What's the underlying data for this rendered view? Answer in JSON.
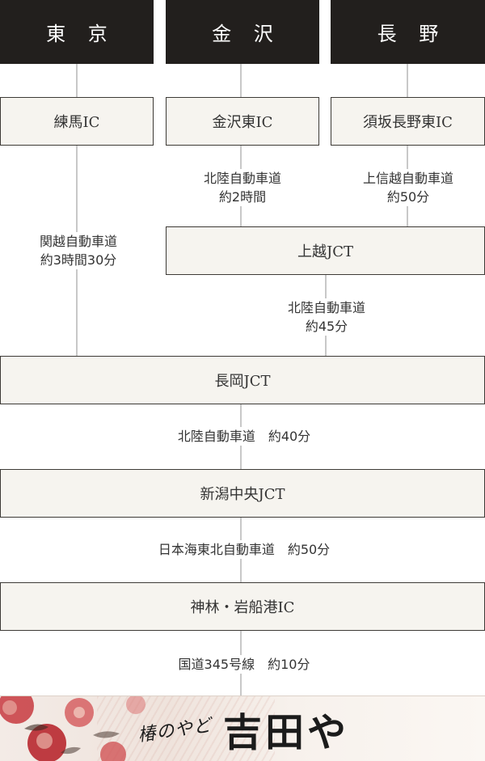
{
  "cities": {
    "tokyo": "東 京",
    "kanazawa": "金 沢",
    "nagano": "長 野"
  },
  "nodes": {
    "nerima_ic": "練馬IC",
    "kanazawa_higashi_ic": "金沢東IC",
    "suzaka_nagano_higashi_ic": "須坂長野東IC",
    "joetsu_jct": "上越JCT",
    "nagaoka_jct": "長岡JCT",
    "niigata_chuo_jct": "新潟中央JCT",
    "kamihayashi_iwafunekou_ic": "神林・岩船港IC"
  },
  "routes": {
    "kanetsu": {
      "line1": "関越自動車道",
      "line2": "約3時間30分"
    },
    "hokuriku_kanazawa": {
      "line1": "北陸自動車道",
      "line2": "約2時間"
    },
    "joshinetsu": {
      "line1": "上信越自動車道",
      "line2": "約50分"
    },
    "hokuriku_joetsu": {
      "line1": "北陸自動車道",
      "line2": "約45分"
    },
    "hokuriku_nagaoka": "北陸自動車道　約40分",
    "nihonkai_tohoku": "日本海東北自動車道　約50分",
    "kokudo_345": "国道345号線　約10分"
  },
  "destination": {
    "subtitle": "椿のやど",
    "name": "吉田や"
  },
  "colors": {
    "header_bg": "#221f1d",
    "node_bg": "#f6f4ef",
    "node_border": "#3d3a36",
    "line": "#c8c8c8"
  }
}
